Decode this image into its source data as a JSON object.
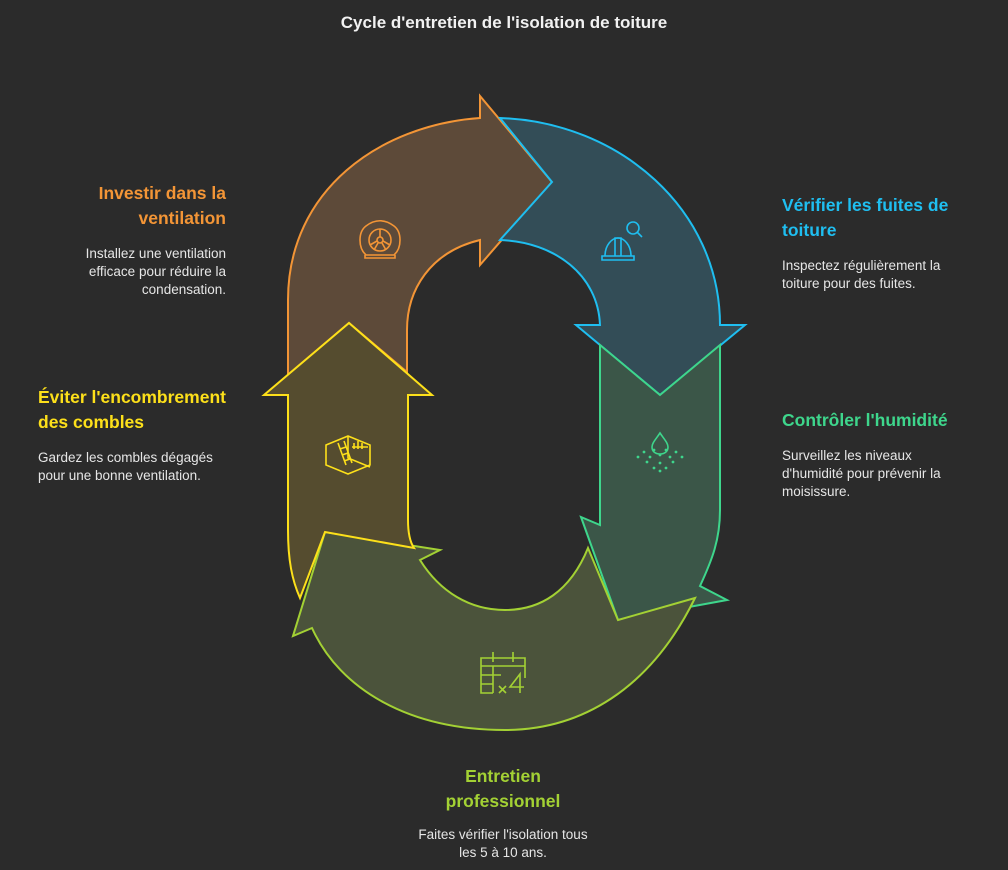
{
  "title": "Cycle d'entretien de l'isolation de toiture",
  "colors": {
    "background": "#2b2b2b",
    "orange": "#f39536",
    "blue": "#1fbef0",
    "green": "#3ed68c",
    "lime": "#a3d134",
    "yellow": "#fde01a"
  },
  "steps": [
    {
      "id": "ventilation",
      "title": "Investir dans la ventilation",
      "description": "Installez une ventilation efficace pour réduire la condensation.",
      "icon": "fan-icon"
    },
    {
      "id": "fuites",
      "title": "Vérifier les fuites de toiture",
      "description": "Inspectez régulièrement la toiture pour des fuites.",
      "icon": "helmet-search-icon"
    },
    {
      "id": "humidite",
      "title": "Contrôler l'humidité",
      "description": "Surveillez les niveaux d'humidité pour prévenir la moisissure.",
      "icon": "droplet-icon"
    },
    {
      "id": "entretien",
      "title": "Entretien professionnel",
      "description": "Faites vérifier l'isolation tous les 5 à 10 ans.",
      "icon": "calendar-x4-icon"
    },
    {
      "id": "combles",
      "title": "Éviter l'encombrement des combles",
      "description": "Gardez les combles dégagés pour une bonne ventilation.",
      "icon": "attic-ladder-icon"
    }
  ]
}
